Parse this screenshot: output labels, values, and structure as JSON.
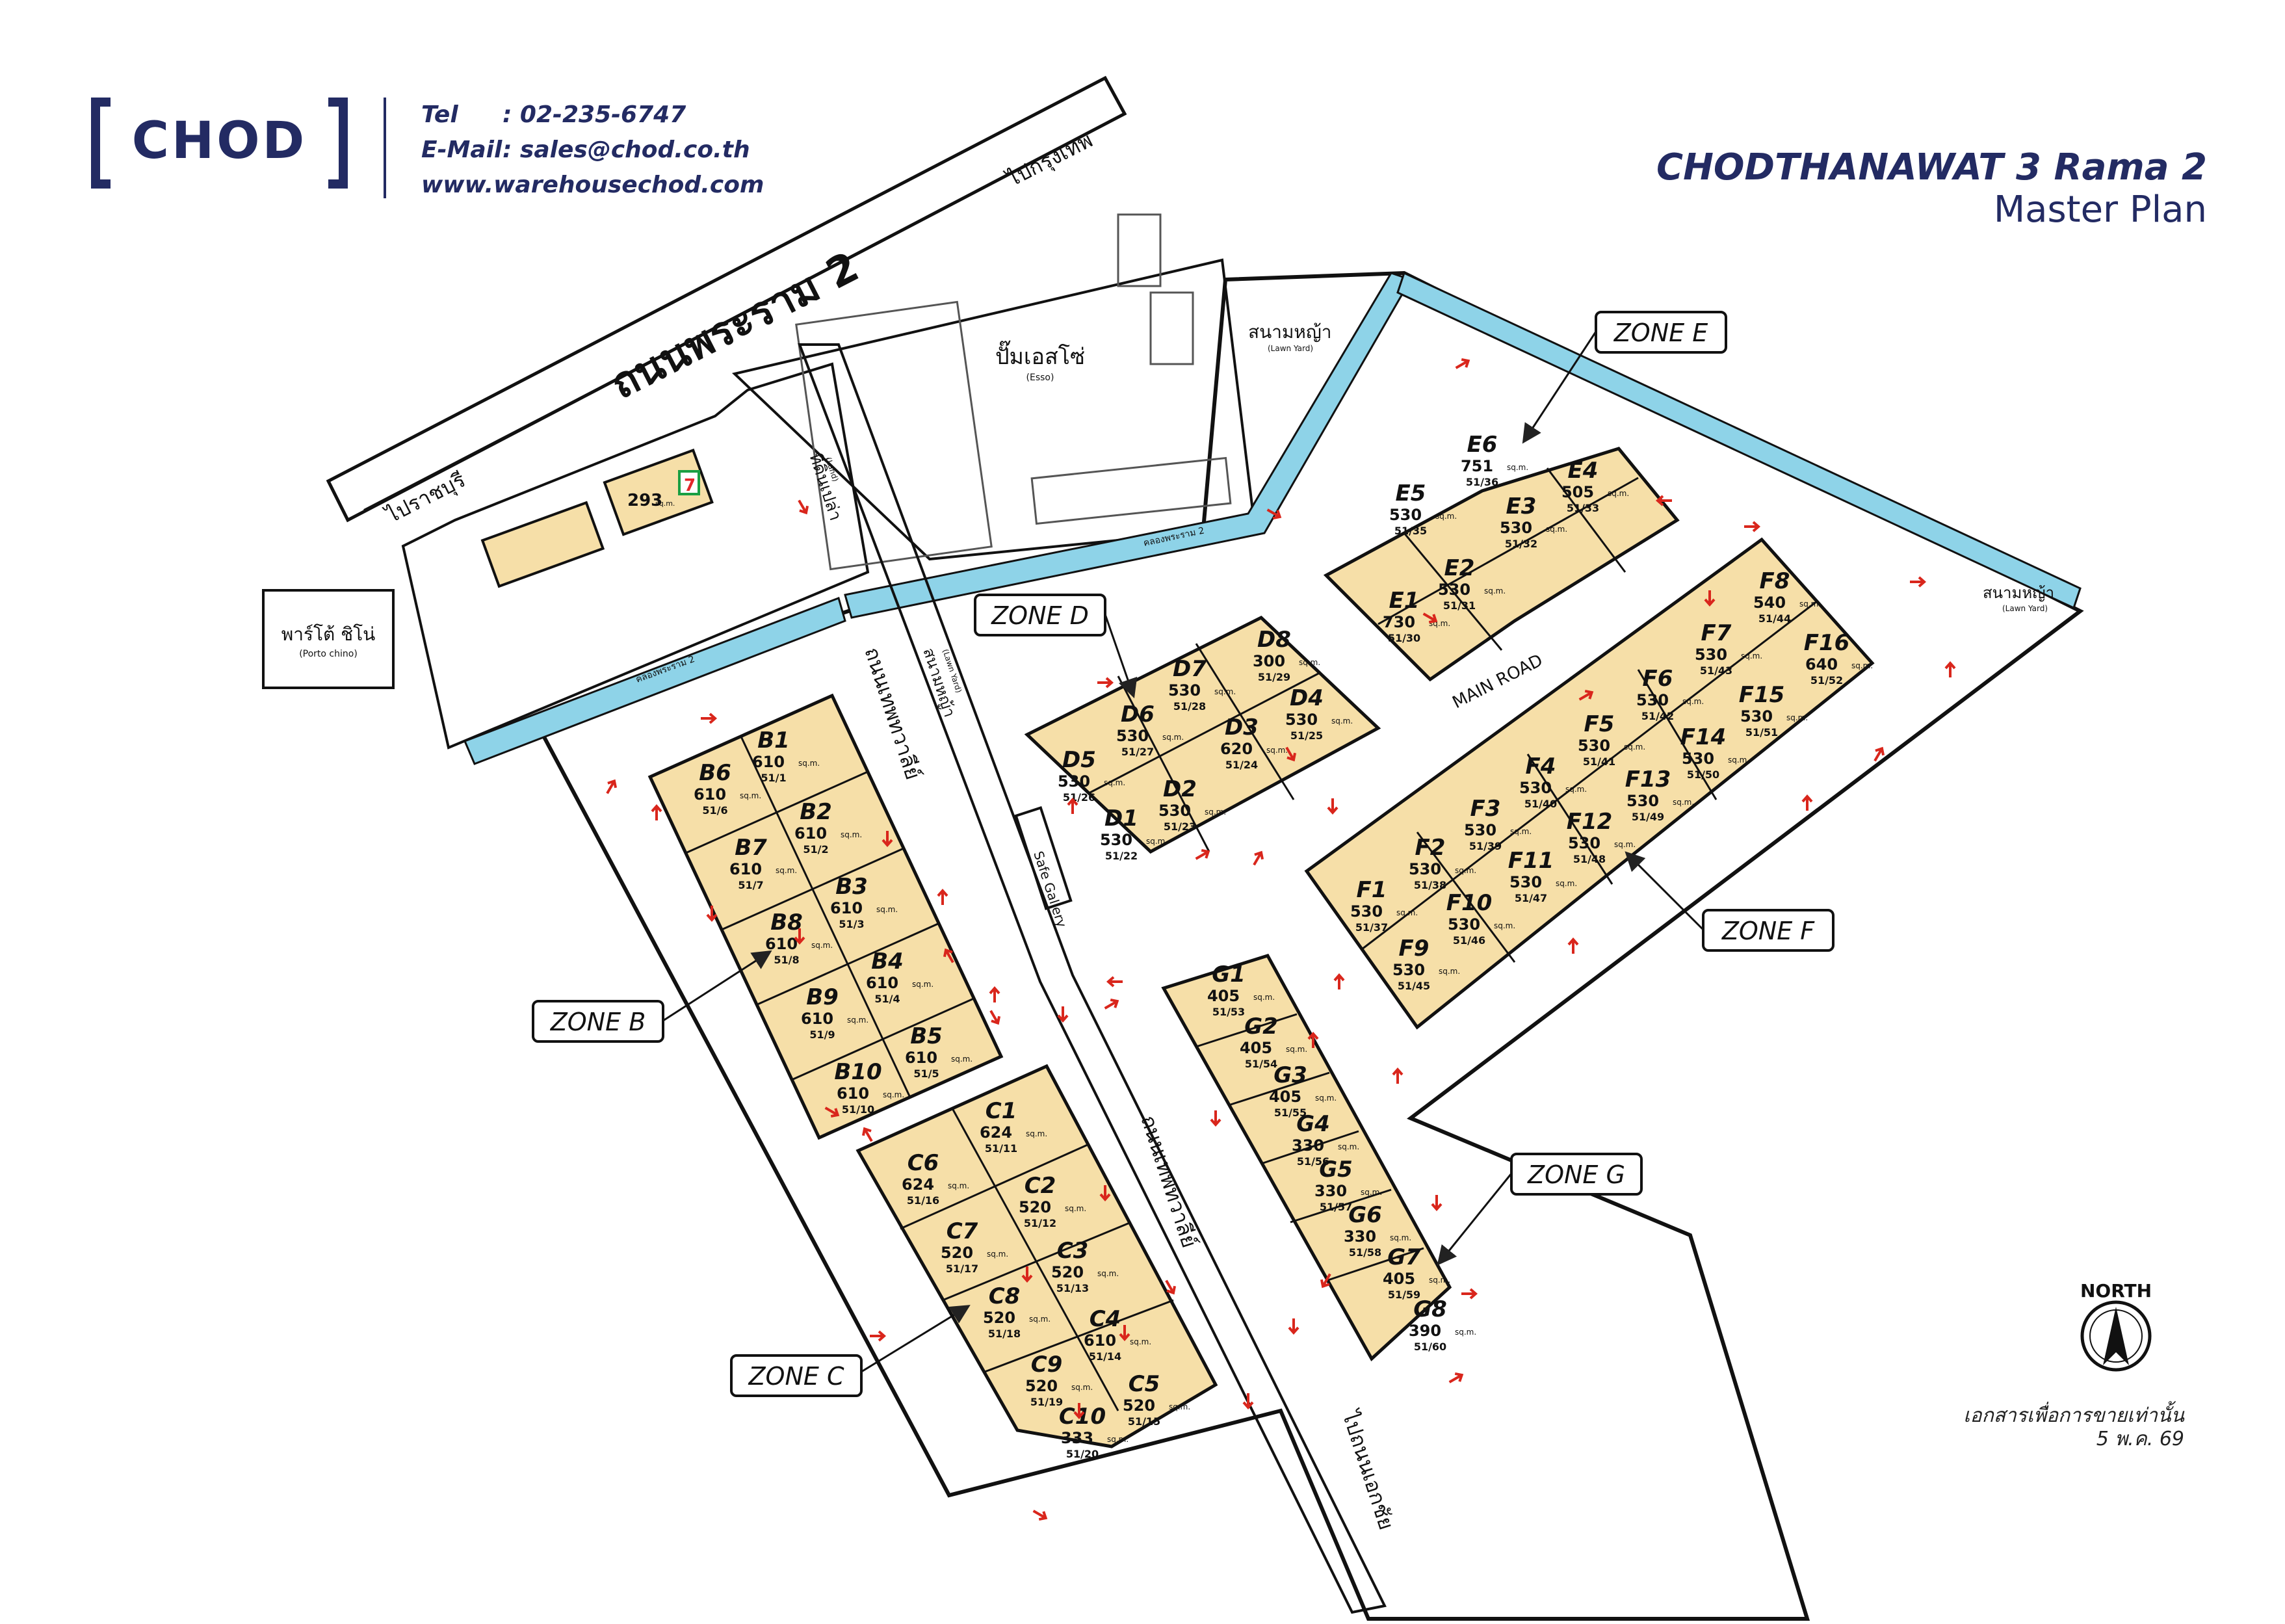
{
  "header": {
    "logo_text": "CHOD",
    "tel_label": "Tel",
    "tel_value": ": 02-235-6747",
    "email_label": "E-Mail",
    "email_value": ": sales@chod.co.th",
    "website": "www.warehousechod.com",
    "title": "CHODTHANAWAT 3 Rama 2",
    "subtitle": "Master Plan"
  },
  "roads": {
    "rama2": "ถนนพระราม 2",
    "to_bangkok": "ไปกรุงเทพ",
    "to_ratchaburi": "ไปราชบุรี",
    "thian_thawat": "ถนนเทพทวาลีย์",
    "thian_thawat2": "ถนนเทพทวาลีย์",
    "to_ekkachai": "ไปถนนเอกชัย",
    "canal_top": "คลองพระราม 2",
    "canal_left": "คลองพระราม 2",
    "main_road": "MAIN ROAD"
  },
  "landmarks": {
    "esso": "ปั๊มเอสโซ่",
    "esso_en": "(Esso)",
    "land_empty": "ที่ดินเปล่า",
    "land_empty_en": "(Land)",
    "lawn_top": "สนามหญ้า",
    "lawn_top_en": "(Lawn Yard)",
    "lawn_mid": "สนามหญ้า",
    "lawn_mid_en": "(Lawn Yard)",
    "lawn_right": "สนามหญ้า",
    "lawn_right_en": "(Lawn Yard)",
    "porto": "พาร์โต้ ชิโน่",
    "porto_en": "(Porto chino)",
    "seven_area": "293",
    "sqm": "sq.m.",
    "safe_gallery": "Safe Gallery",
    "north": "NORTH"
  },
  "zones": [
    {
      "name": "ZONE B"
    },
    {
      "name": "ZONE C"
    },
    {
      "name": "ZONE D"
    },
    {
      "name": "ZONE E"
    },
    {
      "name": "ZONE F"
    },
    {
      "name": "ZONE G"
    }
  ],
  "units": [
    {
      "id": "B1",
      "area": "610",
      "addr": "51/1"
    },
    {
      "id": "B2",
      "area": "610",
      "addr": "51/2"
    },
    {
      "id": "B3",
      "area": "610",
      "addr": "51/3"
    },
    {
      "id": "B4",
      "area": "610",
      "addr": "51/4"
    },
    {
      "id": "B5",
      "area": "610",
      "addr": "51/5"
    },
    {
      "id": "B6",
      "area": "610",
      "addr": "51/6"
    },
    {
      "id": "B7",
      "area": "610",
      "addr": "51/7"
    },
    {
      "id": "B8",
      "area": "610",
      "addr": "51/8"
    },
    {
      "id": "B9",
      "area": "610",
      "addr": "51/9"
    },
    {
      "id": "B10",
      "area": "610",
      "addr": "51/10"
    },
    {
      "id": "C1",
      "area": "624",
      "addr": "51/11"
    },
    {
      "id": "C2",
      "area": "520",
      "addr": "51/12"
    },
    {
      "id": "C3",
      "area": "520",
      "addr": "51/13"
    },
    {
      "id": "C4",
      "area": "610",
      "addr": "51/14"
    },
    {
      "id": "C5",
      "area": "520",
      "addr": "51/15"
    },
    {
      "id": "C6",
      "area": "624",
      "addr": "51/16"
    },
    {
      "id": "C7",
      "area": "520",
      "addr": "51/17"
    },
    {
      "id": "C8",
      "area": "520",
      "addr": "51/18"
    },
    {
      "id": "C9",
      "area": "520",
      "addr": "51/19"
    },
    {
      "id": "C10",
      "area": "333",
      "addr": "51/20"
    },
    {
      "id": "D1",
      "area": "530",
      "addr": "51/22"
    },
    {
      "id": "D2",
      "area": "530",
      "addr": "51/23"
    },
    {
      "id": "D3",
      "area": "620",
      "addr": "51/24"
    },
    {
      "id": "D4",
      "area": "530",
      "addr": "51/25"
    },
    {
      "id": "D5",
      "area": "530",
      "addr": "51/26"
    },
    {
      "id": "D6",
      "area": "530",
      "addr": "51/27"
    },
    {
      "id": "D7",
      "area": "530",
      "addr": "51/28"
    },
    {
      "id": "D8",
      "area": "300",
      "addr": "51/29"
    },
    {
      "id": "E1",
      "area": "730",
      "addr": "51/30"
    },
    {
      "id": "E2",
      "area": "530",
      "addr": "51/31"
    },
    {
      "id": "E3",
      "area": "530",
      "addr": "51/32"
    },
    {
      "id": "E4",
      "area": "505",
      "addr": "51/33"
    },
    {
      "id": "E5",
      "area": "530",
      "addr": "51/35"
    },
    {
      "id": "E6",
      "area": "751",
      "addr": "51/36"
    },
    {
      "id": "F1",
      "area": "530",
      "addr": "51/37"
    },
    {
      "id": "F2",
      "area": "530",
      "addr": "51/38"
    },
    {
      "id": "F3",
      "area": "530",
      "addr": "51/39"
    },
    {
      "id": "F4",
      "area": "530",
      "addr": "51/40"
    },
    {
      "id": "F5",
      "area": "530",
      "addr": "51/41"
    },
    {
      "id": "F6",
      "area": "530",
      "addr": "51/42"
    },
    {
      "id": "F7",
      "area": "530",
      "addr": "51/43"
    },
    {
      "id": "F8",
      "area": "540",
      "addr": "51/44"
    },
    {
      "id": "F9",
      "area": "530",
      "addr": "51/45"
    },
    {
      "id": "F10",
      "area": "530",
      "addr": "51/46"
    },
    {
      "id": "F11",
      "area": "530",
      "addr": "51/47"
    },
    {
      "id": "F12",
      "area": "530",
      "addr": "51/48"
    },
    {
      "id": "F13",
      "area": "530",
      "addr": "51/49"
    },
    {
      "id": "F14",
      "area": "530",
      "addr": "51/50"
    },
    {
      "id": "F15",
      "area": "530",
      "addr": "51/51"
    },
    {
      "id": "F16",
      "area": "640",
      "addr": "51/52"
    },
    {
      "id": "G1",
      "area": "405",
      "addr": "51/53"
    },
    {
      "id": "G2",
      "area": "405",
      "addr": "51/54"
    },
    {
      "id": "G3",
      "area": "405",
      "addr": "51/55"
    },
    {
      "id": "G4",
      "area": "330",
      "addr": "51/56"
    },
    {
      "id": "G5",
      "area": "330",
      "addr": "51/57"
    },
    {
      "id": "G6",
      "area": "330",
      "addr": "51/58"
    },
    {
      "id": "G7",
      "area": "405",
      "addr": "51/59"
    },
    {
      "id": "G8",
      "area": "390",
      "addr": "51/60"
    }
  ],
  "footer": {
    "disclaimer": "เอกสารเพื่อการขายเท่านั้น",
    "date": "5 พ.ค. 69"
  },
  "colors": {
    "brand": "#232b63",
    "unit_fill": "#f6dfa8",
    "canal": "#8ed3e8",
    "arrow": "#d9261c"
  }
}
